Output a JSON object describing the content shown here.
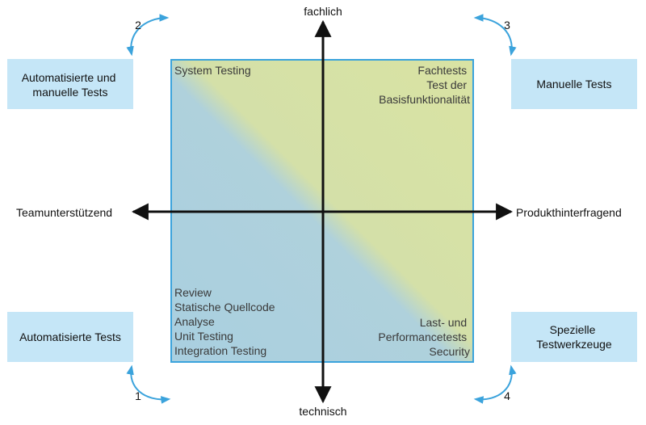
{
  "axes": {
    "top": "fachlich",
    "bottom": "technisch",
    "left": "Teamunterstützend",
    "right": "Produkthinterfragend"
  },
  "quadrants": {
    "top_left": [
      "System Testing"
    ],
    "top_right": [
      "Fachtests",
      "Test der",
      "Basisfunktionalität"
    ],
    "bottom_left": [
      "Review",
      "Statische Quellcode",
      "Analyse",
      "Unit Testing",
      "Integration Testing"
    ],
    "bottom_right": [
      "Last- und",
      "Performancetests",
      "Security"
    ]
  },
  "corner_boxes": {
    "top_left": {
      "lines": [
        "Automatisierte und",
        "manuelle Tests"
      ],
      "number": "2"
    },
    "top_right": {
      "lines": [
        "Manuelle Tests"
      ],
      "number": "3"
    },
    "bottom_left": {
      "lines": [
        "Automatisierte Tests"
      ],
      "number": "1"
    },
    "bottom_right": {
      "lines": [
        "Spezielle",
        "Testwerkzeuge"
      ],
      "number": "4"
    }
  },
  "colors": {
    "blue_fill": "#a9cfe0",
    "green_fill": "#d9e3a3",
    "frame": "#3ba3dc",
    "box_fill": "#c5e6f7",
    "curve_arrow": "#3ba3dc",
    "axis": "#111111"
  }
}
